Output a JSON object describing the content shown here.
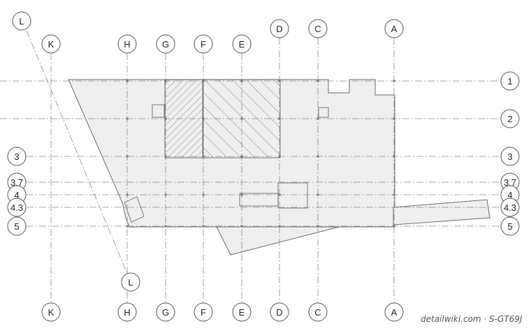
{
  "grids": {
    "vertical": [
      "L",
      "K",
      "H",
      "G",
      "F",
      "E",
      "D",
      "C",
      "A"
    ],
    "horizontal": [
      "1",
      "2",
      "3",
      "3.7",
      "4",
      "4.3",
      "5"
    ]
  },
  "credit": "detailwiki.com · S-GT69J",
  "colors": {
    "slab_fill": "#efefef",
    "line": "#6a6a6a",
    "grid": "#8a8a8a"
  }
}
